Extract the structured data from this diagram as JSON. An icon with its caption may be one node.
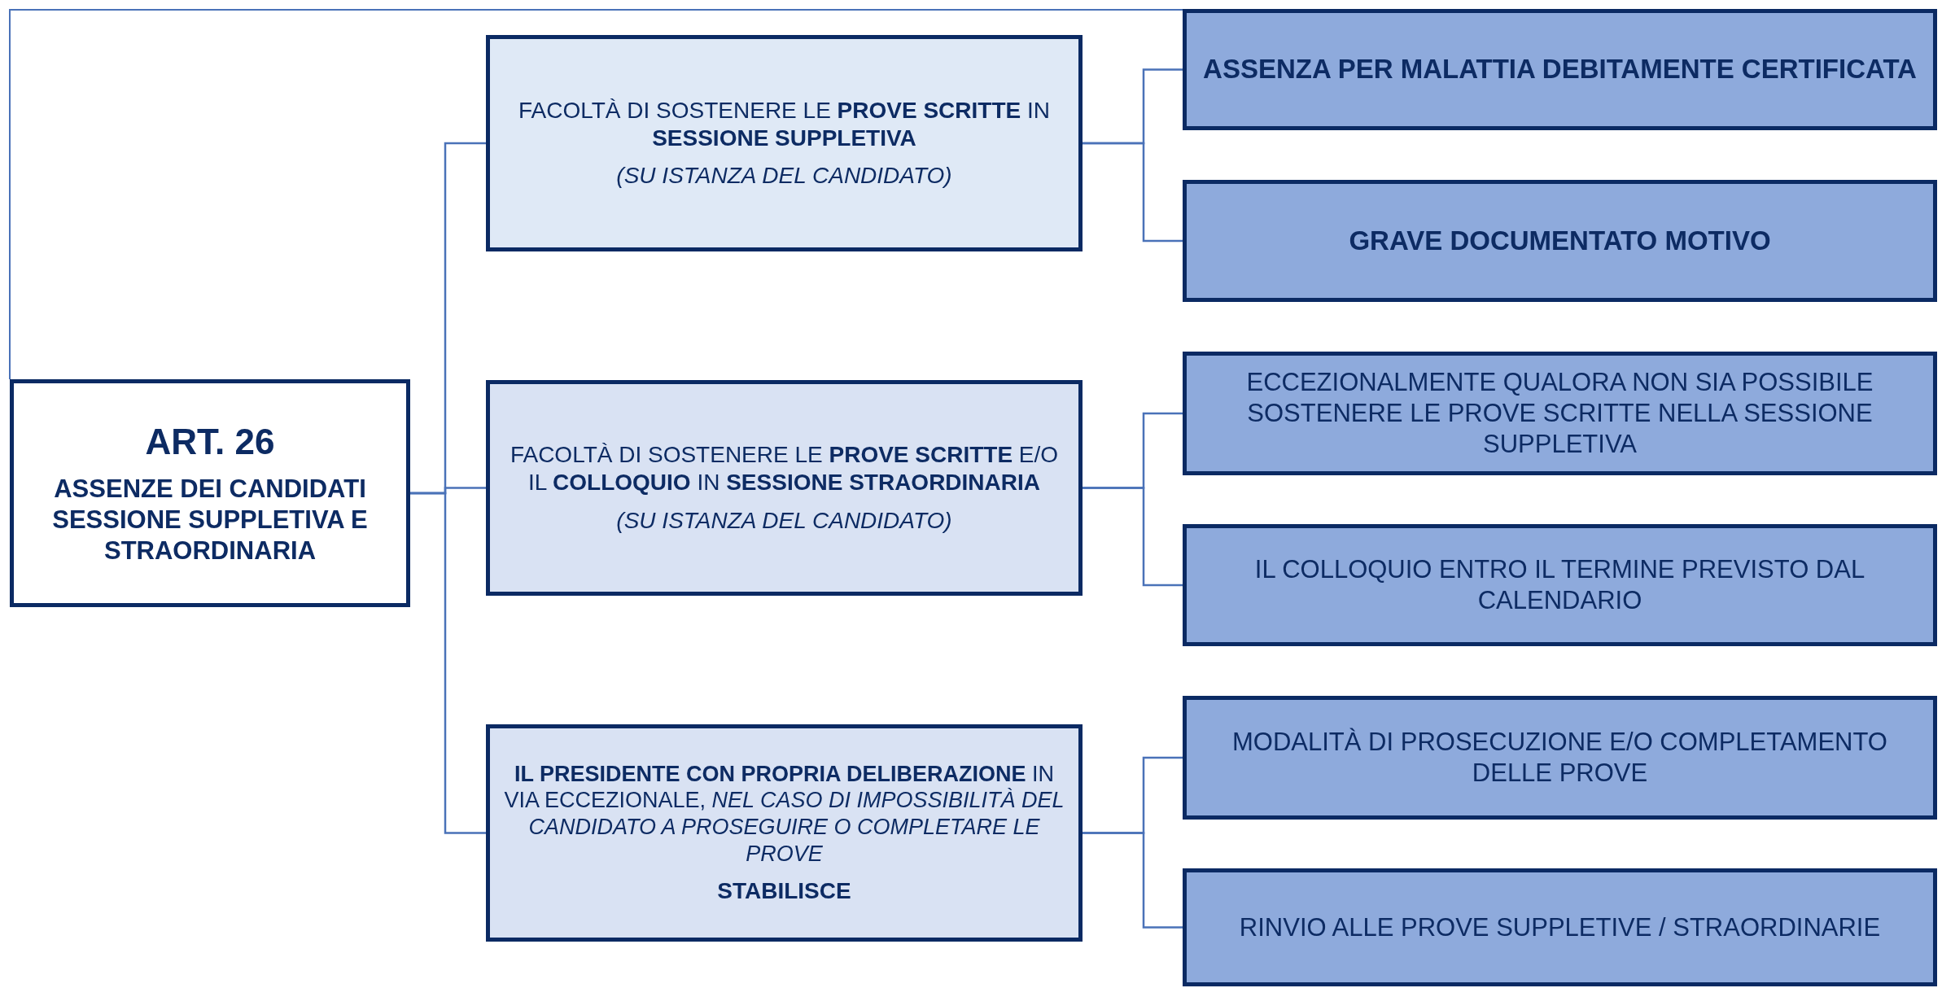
{
  "diagram": {
    "nodes": [
      {
        "text": [
          "ART. 26",
          "ASSENZE DEI CANDIDATI SESSIONE SUPPLETIVA E STRAORDINARIA"
        ]
      },
      {
        "text": [
          "FACOLTÀ DI SOSTENERE LE **PROVE SCRITTE** IN **SESSIONE SUPPLETIVA**",
          "(SU ISTANZA DEL CANDIDATO)"
        ]
      },
      {
        "text": [
          "FACOLTÀ DI SOSTENERE LE **PROVE SCRITTE** E/O IL **COLLOQUIO** IN **SESSIONE STRAORDINARIA**",
          "(SU ISTANZA DEL CANDIDATO)"
        ]
      },
      {
        "text": [
          "**IL PRESIDENTE CON PROPRIA DELIBERAZIONE** IN VIA ECCEZIONALE, *NEL CASO DI IMPOSSIBILITÀ DEL CANDIDATO A PROSEGUIRE O COMPLETARE LE PROVE*",
          "STABILISCE"
        ]
      },
      {
        "text": [
          "ASSENZA PER MALATTIA DEBITAMENTE CERTIFICATA"
        ]
      },
      {
        "text": [
          "GRAVE DOCUMENTATO MOTIVO"
        ]
      },
      {
        "text": [
          "ECCEZIONALMENTE QUALORA NON SIA POSSIBILE SOSTENERE LE PROVE SCRITTE NELLA SESSIONE SUPPLETIVA"
        ]
      },
      {
        "text": [
          "IL COLLOQUIO ENTRO IL TERMINE PREVISTO DAL CALENDARIO"
        ]
      },
      {
        "text": [
          "MODALITÀ DI PROSECUZIONE E/O COMPLETAMENTO DELLE PROVE"
        ]
      },
      {
        "text": [
          "RINVIO ALLE PROVE SUPPLETIVE / STRAORDINARIE"
        ]
      }
    ],
    "edges": [
      {
        "from": 0,
        "to": 1,
        "arrow": "none"
      },
      {
        "from": 0,
        "to": 2,
        "arrow": "none"
      },
      {
        "from": 0,
        "to": 3,
        "arrow": "none"
      },
      {
        "from": 1,
        "to": 4,
        "arrow": "none"
      },
      {
        "from": 1,
        "to": 5,
        "arrow": "none"
      },
      {
        "from": 2,
        "to": 6,
        "arrow": "none"
      },
      {
        "from": 2,
        "to": 7,
        "arrow": "none"
      },
      {
        "from": 3,
        "to": 8,
        "arrow": "none"
      },
      {
        "from": 3,
        "to": 9,
        "arrow": "none"
      }
    ]
  }
}
